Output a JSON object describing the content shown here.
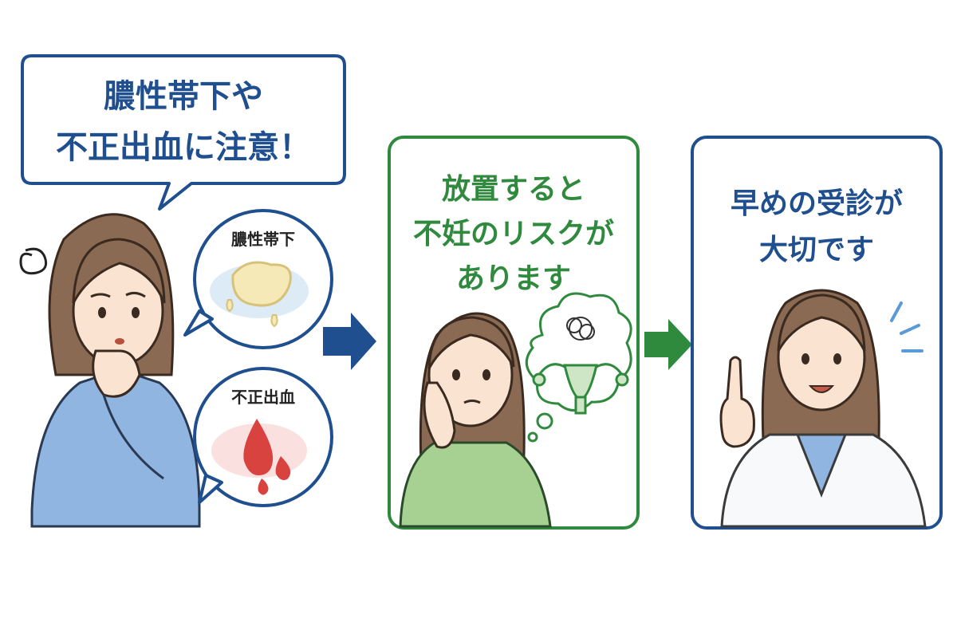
{
  "speech_bubble": {
    "line1": "膿性帯下や",
    "line2": "不正出血に注意！"
  },
  "symptom_1": {
    "label": "膿性帯下"
  },
  "symptom_2": {
    "label": "不正出血"
  },
  "panel_green": {
    "line1": "放置すると",
    "line2": "不妊のリスクが",
    "line3": "あります"
  },
  "panel_blue": {
    "line1": "早めの受診が",
    "line2": "大切です"
  },
  "colors": {
    "blue_accent": "#1f4f8f",
    "green_accent": "#2f8a3e",
    "shirt_blue": "#8fb5e0",
    "shirt_green": "#a7d193",
    "hair": "#8a6a52",
    "skin": "#fbe3d2",
    "blood": "#d9433f"
  }
}
